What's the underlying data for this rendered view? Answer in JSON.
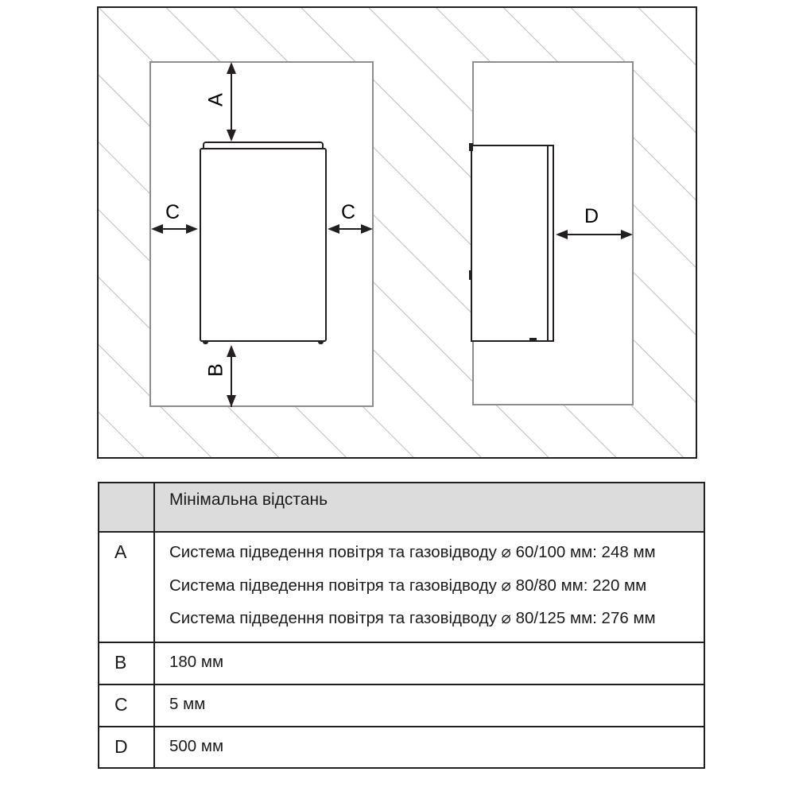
{
  "diagram": {
    "title": "boiler-clearance-diagram",
    "hatch_color": "#b4b4b8",
    "line_color": "#231f20",
    "niche_border_color": "#8d8d90",
    "views": [
      {
        "name": "front-view",
        "labels": [
          "A",
          "C",
          "C",
          "B"
        ]
      },
      {
        "name": "side-view",
        "labels": [
          "D"
        ]
      }
    ],
    "dimension_labels": {
      "a": "A",
      "b": "B",
      "c_left": "C",
      "c_right": "C",
      "d": "D"
    }
  },
  "table": {
    "header": {
      "key": "",
      "value": "Мінімальна відстань"
    },
    "rows": [
      {
        "key": "A",
        "lines": [
          "Система підведення повітря та газовідводу ⌀ 60/100 мм: 248 мм",
          "Система підведення повітря та газовідводу ⌀ 80/80 мм: 220 мм",
          "Система підведення повітря та газовідводу ⌀ 80/125 мм: 276 мм"
        ]
      },
      {
        "key": "B",
        "value": "180 мм"
      },
      {
        "key": "C",
        "value": "5 мм"
      },
      {
        "key": "D",
        "value": "500 мм"
      }
    ]
  }
}
